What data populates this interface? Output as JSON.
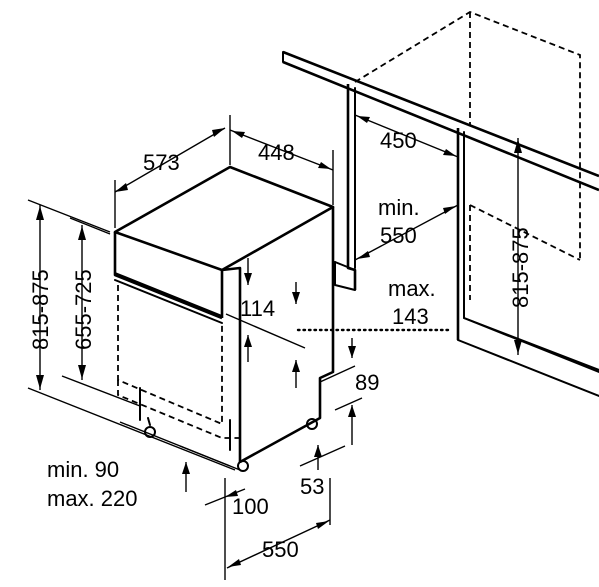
{
  "dimensions": {
    "depth_573": "573",
    "width_448": "448",
    "cabinet_450": "450",
    "min_label_1": "min.",
    "min_550": "550",
    "height_815_875_left": "815-875",
    "height_655_725": "655-725",
    "panel_114": "114",
    "max_label_1": "max.",
    "max_143": "143",
    "plinth_89": "89",
    "min_90": "min. 90",
    "max_220": "max. 220",
    "foot_53": "53",
    "foot_100": "100",
    "depth_550": "550",
    "height_815_875_right": "815-875"
  },
  "colors": {
    "line": "#000000",
    "background": "#ffffff"
  }
}
